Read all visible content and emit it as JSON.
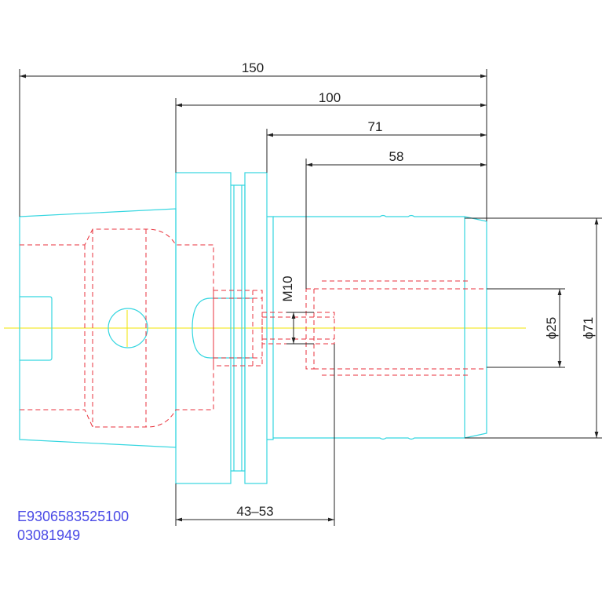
{
  "dimensions": {
    "d150": "150",
    "d100": "100",
    "d71": "71",
    "d58": "58",
    "m10": "M10",
    "phi25": "ϕ25",
    "phi71": "ϕ71",
    "d4353": "43–53"
  },
  "codes": {
    "line1": "E9306583525100",
    "line2": "03081949"
  },
  "colors": {
    "outline": "#35d6e0",
    "hidden": "#e8323c",
    "centerline": "#f2e600",
    "dimension": "#222222",
    "code_text": "#4a4ae6"
  }
}
